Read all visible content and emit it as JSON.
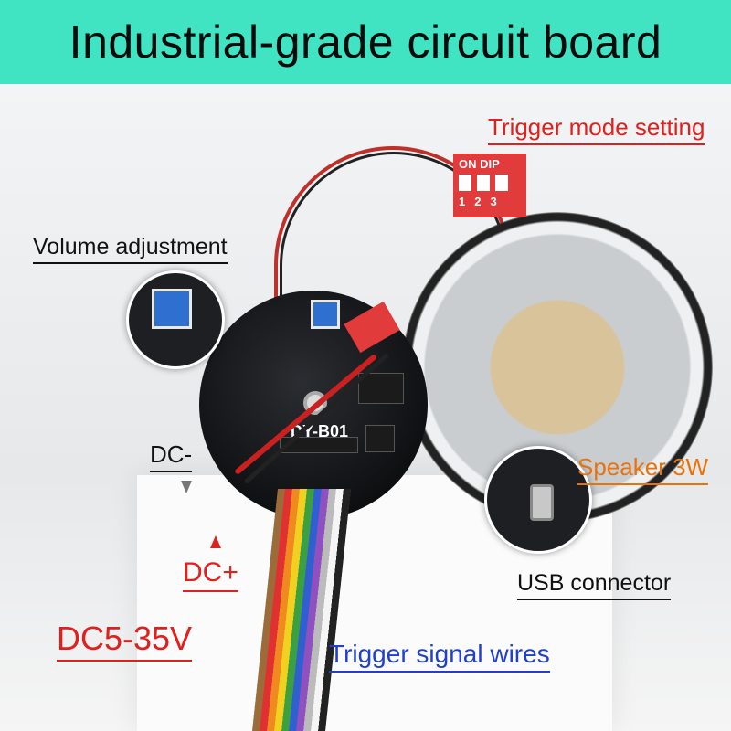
{
  "header": {
    "title": "Industrial-grade circuit board"
  },
  "labels": {
    "trigger_mode": "Trigger mode setting",
    "volume": "Volume adjustment",
    "dc_minus": "DC-",
    "dc_plus": "DC+",
    "voltage": "DC5-35V",
    "speaker": "Speaker 3W",
    "usb": "USB connector",
    "trigger_wires": "Trigger signal wires"
  },
  "dip": {
    "title": "ON DIP",
    "numbers": [
      "1",
      "2",
      "3"
    ]
  },
  "board": {
    "model": "DY-B01"
  },
  "colors": {
    "header": "#40e3c2",
    "red": "#e0201c",
    "orange": "#e8730c",
    "blue": "#1f3fcf"
  }
}
